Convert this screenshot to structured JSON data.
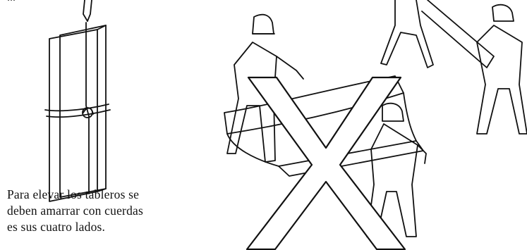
{
  "document": {
    "top_fragment": "...",
    "caption_lines": [
      "Para elevar los tableros se",
      "deben amarrar con cuerdas",
      "es sus cuatro lados."
    ]
  }
}
